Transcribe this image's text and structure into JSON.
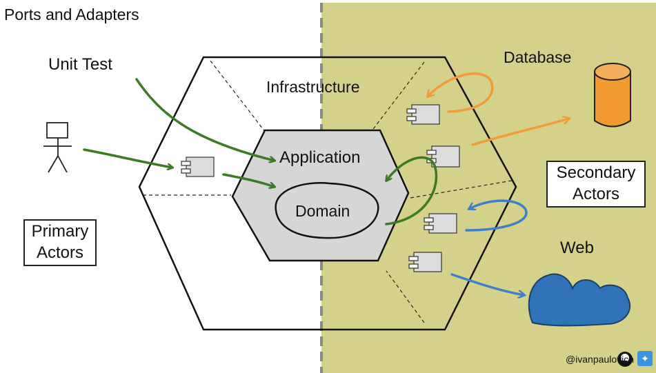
{
  "title": "Ports and Adapters",
  "labels": {
    "unit_test": "Unit Test",
    "infrastructure": "Infrastructure",
    "application": "Application",
    "domain": "Domain",
    "database": "Database",
    "web": "Web",
    "primary_actors": [
      "Primary",
      "Actors"
    ],
    "secondary_actors": [
      "Secondary",
      "Actors"
    ]
  },
  "credit": "@ivanpaulovich",
  "icons": [
    "actor-icon",
    "component-icon",
    "database-icon",
    "cloud-icon",
    "github-icon",
    "twitter-icon"
  ],
  "colors": {
    "secondary_zone": "#d4d28a",
    "application_hexagon": "#d6d6d6",
    "test_arrows": "#3d7a26",
    "database_arrows": "#f29b3a",
    "web_arrows": "#3d7fc8",
    "database": "#f09a30",
    "cloud": "#2f72b8"
  }
}
